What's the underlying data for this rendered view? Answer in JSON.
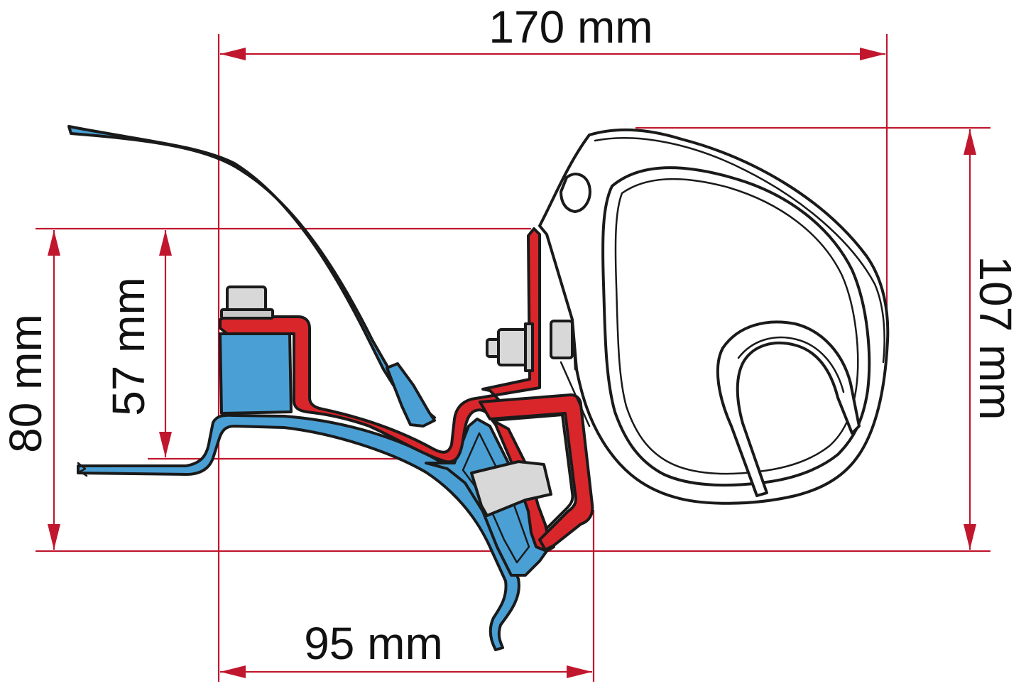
{
  "dimensions": {
    "width_top": "170 mm",
    "width_bottom": "95 mm",
    "height_left_outer": "80 mm",
    "height_left_inner": "57 mm",
    "height_right": "107 mm"
  },
  "colors": {
    "dimension": "#c0172e",
    "vehicle_roof": "#4aa0d5",
    "adapter_bracket": "#d9262b",
    "awning_case": "#ffffff",
    "bolt": "#d8d8d8"
  }
}
